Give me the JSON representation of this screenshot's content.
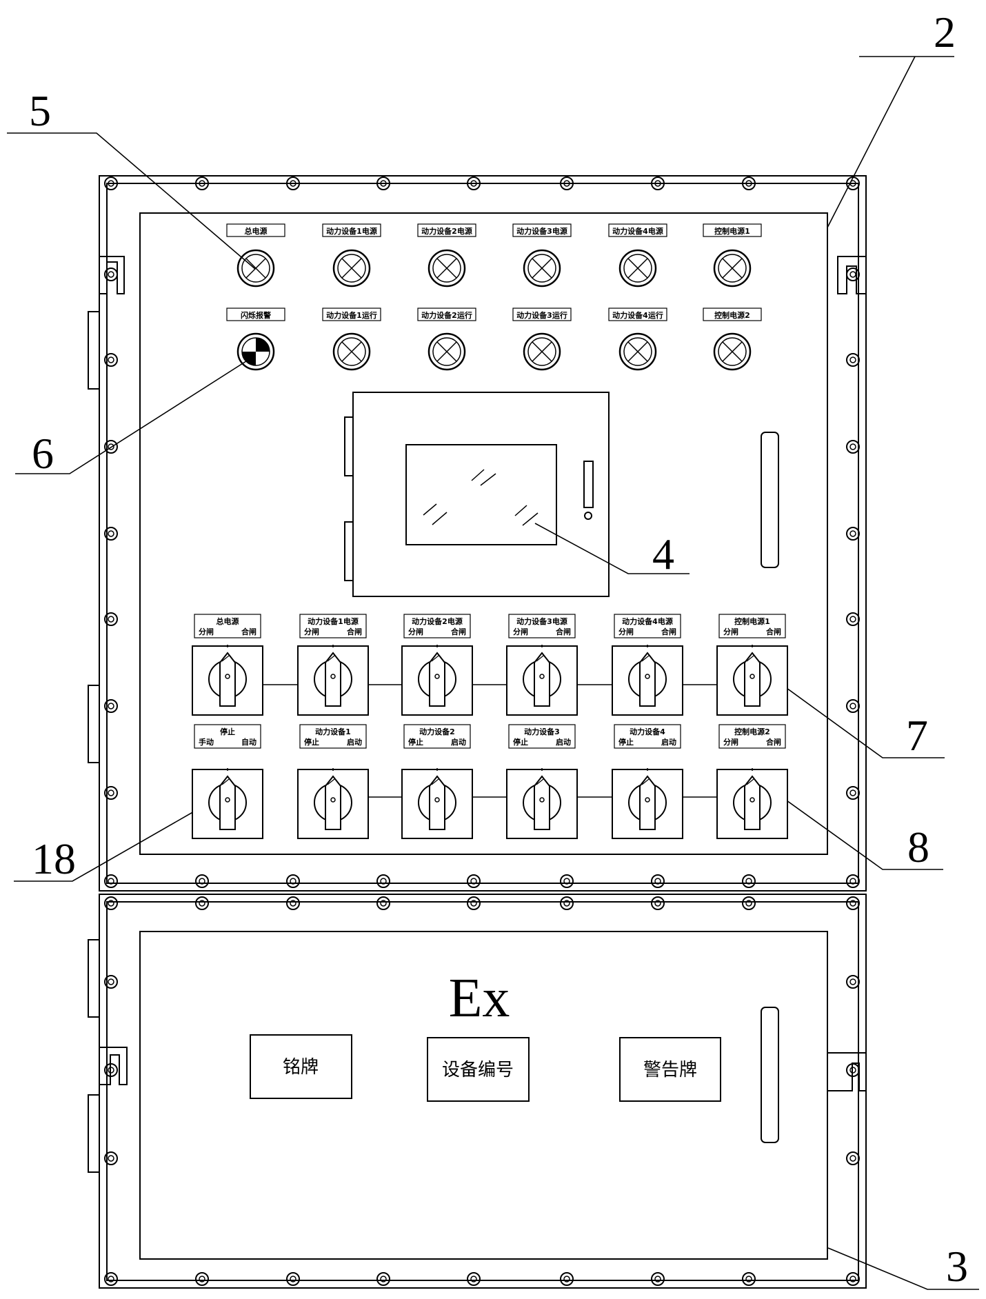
{
  "callouts": {
    "c2": "2",
    "c5": "5",
    "c6": "6",
    "c4": "4",
    "c7": "7",
    "c8": "8",
    "c18": "18",
    "c3": "3"
  },
  "lamp_labels_row1": [
    "总电源",
    "动力设备1电源",
    "动力设备2电源",
    "动力设备3电源",
    "动力设备4电源",
    "控制电源1"
  ],
  "lamp_labels_row2": [
    "闪烁报警",
    "动力设备1运行",
    "动力设备2运行",
    "动力设备3运行",
    "动力设备4运行",
    "控制电源2"
  ],
  "switch_row1": [
    {
      "title": "总电源",
      "left": "分闸",
      "right": "合闸"
    },
    {
      "title": "动力设备1电源",
      "left": "分闸",
      "right": "合闸"
    },
    {
      "title": "动力设备2电源",
      "left": "分闸",
      "right": "合闸"
    },
    {
      "title": "动力设备3电源",
      "left": "分闸",
      "right": "合闸"
    },
    {
      "title": "动力设备4电源",
      "left": "分闸",
      "right": "合闸"
    },
    {
      "title": "控制电源1",
      "left": "分闸",
      "right": "合闸"
    }
  ],
  "switch_row2": [
    {
      "title": "停止",
      "left": "手动",
      "right": "自动"
    },
    {
      "title": "动力设备1",
      "left": "停止",
      "right": "启动"
    },
    {
      "title": "动力设备2",
      "left": "停止",
      "right": "启动"
    },
    {
      "title": "动力设备3",
      "left": "停止",
      "right": "启动"
    },
    {
      "title": "动力设备4",
      "left": "停止",
      "right": "启动"
    },
    {
      "title": "控制电源2",
      "left": "分闸",
      "right": "合闸"
    }
  ],
  "lower": {
    "ex_mark": "Ex",
    "nameplate": "铭牌",
    "device_number": "设备编号",
    "warning_plate": "警告牌"
  },
  "colors": {
    "line": "#000000",
    "background": "#ffffff"
  }
}
